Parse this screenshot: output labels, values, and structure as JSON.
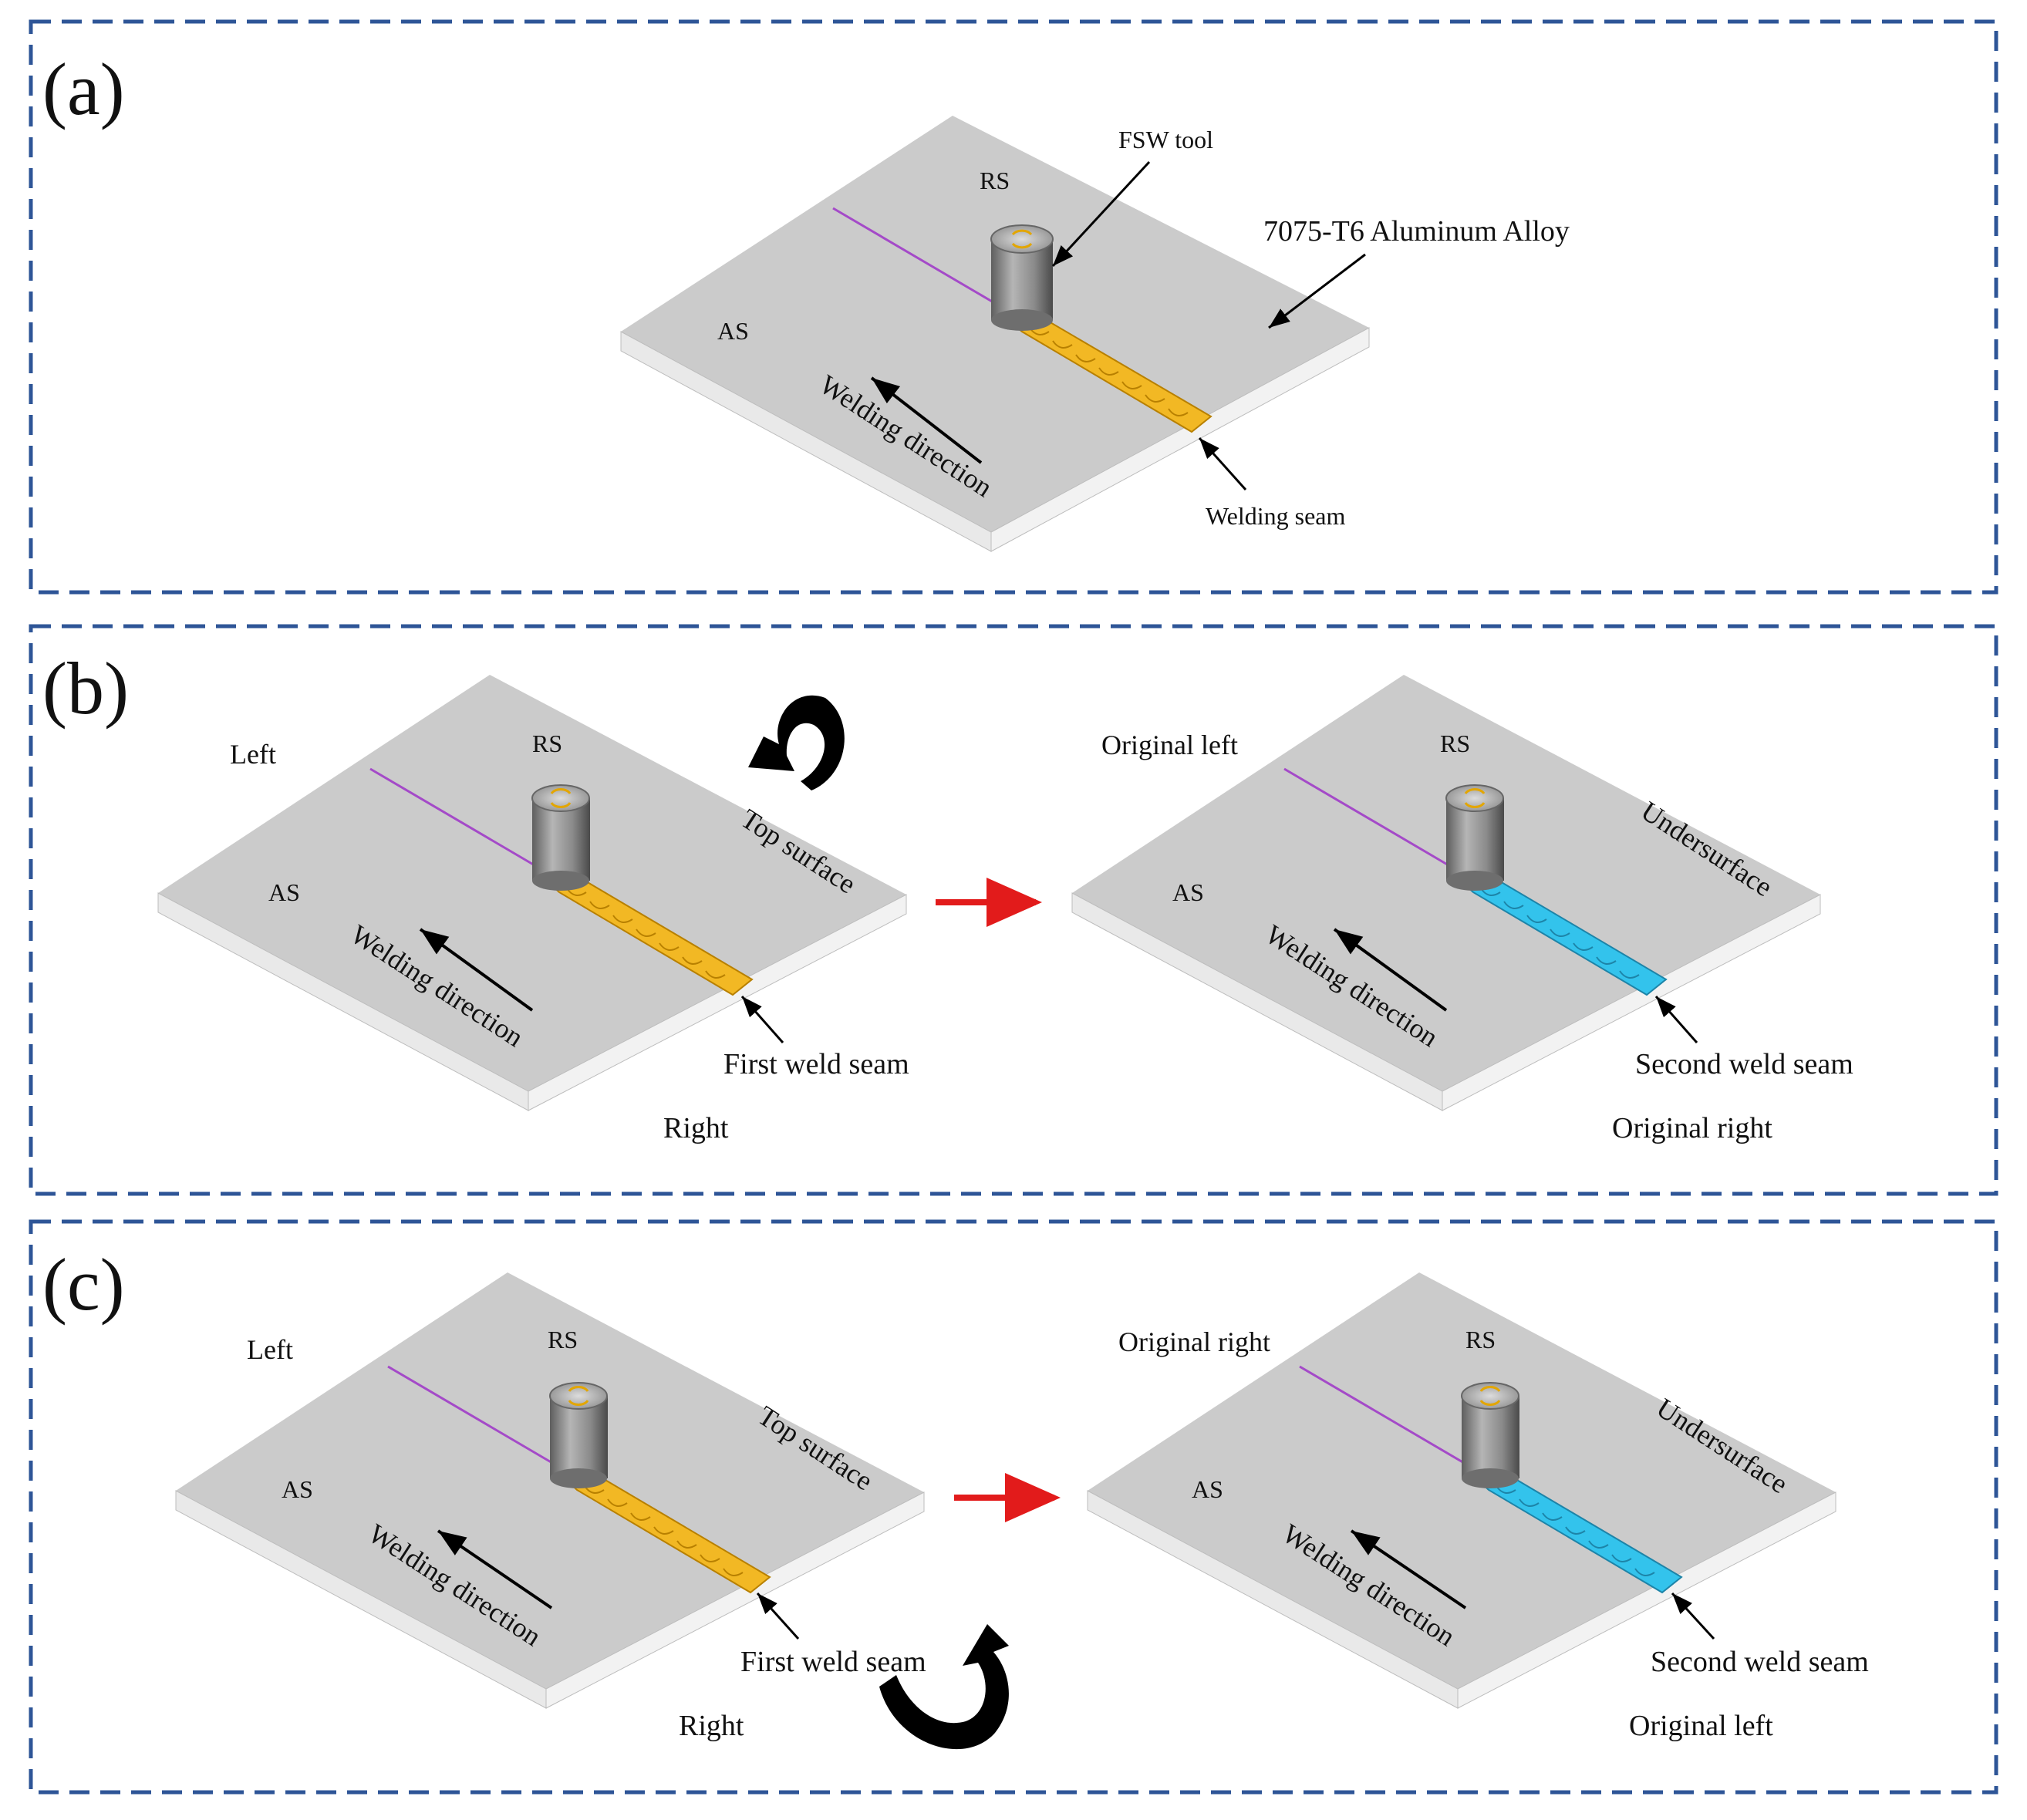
{
  "colors": {
    "frame": "#2e5597",
    "plate_top": "#cbcbcb",
    "plate_side": "#e9e9e9",
    "plate_edge": "#a9a9a9",
    "seam_first": "#f2b824",
    "seam_second": "#33c3ec",
    "joint_line": "#a44ac8",
    "transfer_arrow": "#e21b1b",
    "flip_arrow": "#000000",
    "tool": "#8a8a8a"
  },
  "icons": {
    "tool": "fsw-tool-icon",
    "transfer": "red-right-arrow-icon",
    "flip": "curved-flip-arrow-icon"
  },
  "panel_a": {
    "letter": "(a)",
    "rs": "RS",
    "as": "AS",
    "tool_label": "FSW tool",
    "material_label": "7075-T6 Aluminum Alloy",
    "direction_label": "Welding direction",
    "seam_label": "Welding seam"
  },
  "panel_b": {
    "letter": "(b)",
    "left": {
      "left_label": "Left",
      "right_label": "Right",
      "rs": "RS",
      "as": "AS",
      "surface_label": "Top surface",
      "direction_label": "Welding direction",
      "seam_label": "First weld seam"
    },
    "right": {
      "left_label": "Original left",
      "right_label": "Original right",
      "rs": "RS",
      "as": "AS",
      "surface_label": "Undersurface",
      "direction_label": "Welding direction",
      "seam_label": "Second weld seam"
    }
  },
  "panel_c": {
    "letter": "(c)",
    "left": {
      "left_label": "Left",
      "right_label": "Right",
      "rs": "RS",
      "as": "AS",
      "surface_label": "Top surface",
      "direction_label": "Welding direction",
      "seam_label": "First weld seam"
    },
    "right": {
      "left_label": "Original right",
      "right_label": "Original left",
      "rs": "RS",
      "as": "AS",
      "surface_label": "Undersurface",
      "direction_label": "Welding direction",
      "seam_label": "Second weld seam"
    }
  }
}
